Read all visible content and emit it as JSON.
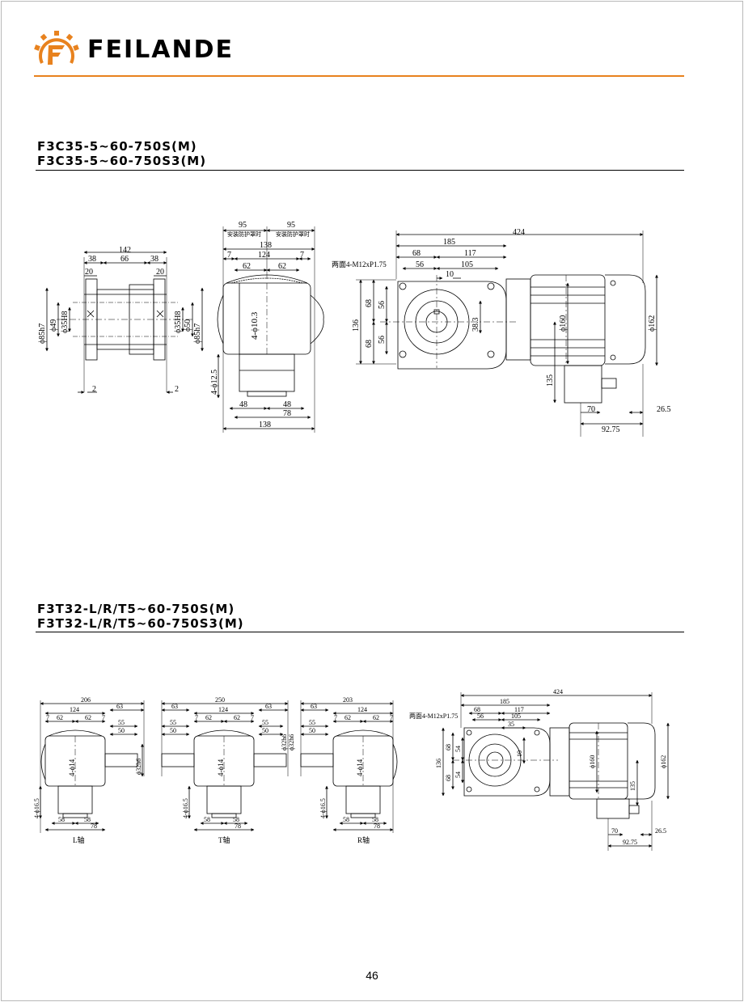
{
  "brand": {
    "name": "FEILANDE",
    "colors": {
      "accent": "#e8821e",
      "text": "#000000"
    },
    "logo_icon": "gear-f-logo"
  },
  "section1": {
    "titles": [
      "F3C35-5~60-750S(M)",
      "F3C35-5~60-750S3(M)"
    ],
    "dims": {
      "d142": "142",
      "d38a": "38",
      "d66": "66",
      "d38b": "38",
      "d20a": "20",
      "d20b": "20",
      "phi85a": "ϕ85h7",
      "phi49": "ϕ49",
      "phi35a": "ϕ35H8",
      "phi35b": "ϕ35H8",
      "phi50": "ϕ50",
      "phi85b": "ϕ85h7",
      "d2a": "2",
      "d2b": "2",
      "d95a": "95",
      "d95b": "95",
      "guard": "安装防护罩时",
      "d138a": "138",
      "d7a": "7",
      "d124": "124",
      "d7b": "7",
      "d62a": "62",
      "d62b": "62",
      "holes1": "4-ϕ10.3",
      "holes2": "4-ϕ12.5",
      "d48a": "48",
      "d48b": "48",
      "d78": "78",
      "d138b": "138",
      "d424": "424",
      "d185": "185",
      "d68h": "68",
      "d117": "117",
      "d56h": "56",
      "d105": "105",
      "d10": "10",
      "thread": "两面4-M12xP1.75",
      "d136": "136",
      "d68v1": "68",
      "d56v1": "56",
      "d68v2": "68",
      "d56v2": "56",
      "d38_3": "38.3",
      "phi160": "ϕ160",
      "phi162": "ϕ162",
      "d135": "135",
      "d70": "70",
      "d26_5": "26.5",
      "d92_75": "92.75"
    }
  },
  "section2": {
    "titles": [
      "F3T32-L/R/T5~60-750S(M)",
      "F3T32-L/R/T5~60-750S3(M)"
    ],
    "variants": [
      {
        "label": "L轴",
        "width": "206",
        "top_left": "",
        "top_right": "63"
      },
      {
        "label": "T轴",
        "width": "250",
        "top_left": "63",
        "top_right": "63"
      },
      {
        "label": "R轴",
        "width": "203",
        "top_left": "63",
        "top_right": ""
      }
    ],
    "dims": {
      "d124": "124",
      "d7": "7",
      "d62": "62",
      "d55": "55",
      "d50": "50",
      "phi32": "ϕ32h6",
      "holes_top": "4-ϕ14",
      "holes_base": "4-ϕ16.5",
      "d58": "58",
      "d78": "78",
      "d424": "424",
      "d185": "185",
      "d68h": "68",
      "d117": "117",
      "d56h": "56",
      "d105": "105",
      "d35": "35",
      "thread": "两面4-M12xP1.75",
      "d136": "136",
      "d68v": "68",
      "d54": "54",
      "d10": "10",
      "phi160": "ϕ160",
      "phi162": "ϕ162",
      "d135": "135",
      "d70": "70",
      "d26_5": "26.5",
      "d92_75": "92.75"
    }
  },
  "page": {
    "number": "46"
  }
}
